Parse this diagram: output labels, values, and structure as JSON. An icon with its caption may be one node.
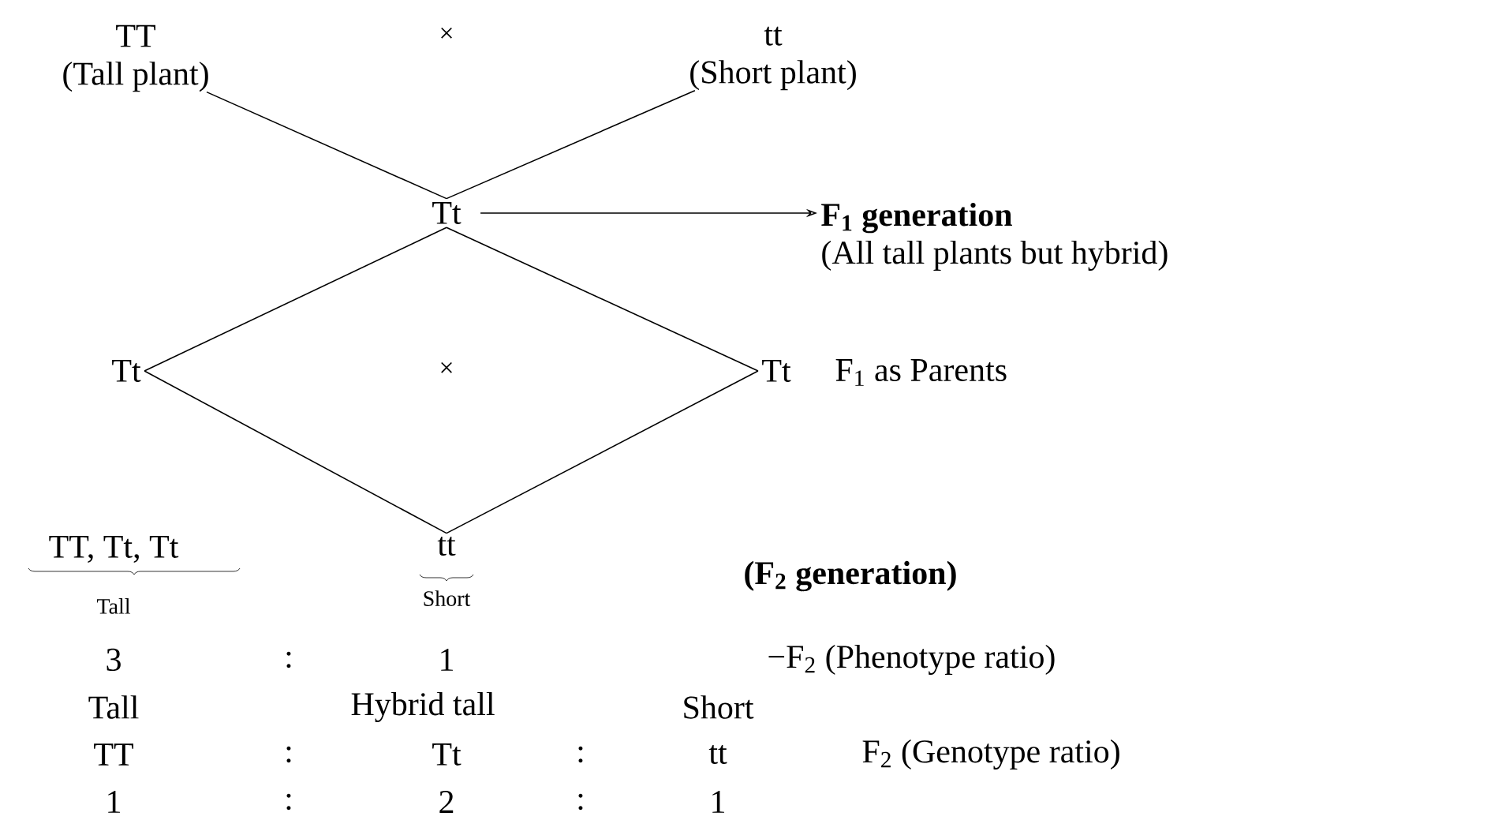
{
  "diagram": {
    "nodes": [
      {
        "text": [
          "TT",
          "(Tall plant)"
        ]
      },
      {
        "text": [
          "tt",
          "(Short plant)"
        ]
      },
      {
        "text": [
          "Tt"
        ]
      },
      {
        "text": [
          "F$_{1}$ generation",
          "(All tall plants but hybrid)"
        ]
      },
      {
        "text": [
          "Tt"
        ]
      },
      {
        "text": [
          "Tt"
        ]
      },
      {
        "text": [
          "tt",
          "Short"
        ]
      }
    ],
    "edges": [
      {
        "from": 0,
        "to": 2,
        "arrow": "none"
      },
      {
        "from": 1,
        "to": 2,
        "arrow": "none"
      },
      {
        "from": 2,
        "to": 3,
        "arrow": "to"
      },
      {
        "from": 2,
        "to": 4,
        "arrow": "none"
      },
      {
        "from": 2,
        "to": 5,
        "arrow": "none"
      },
      {
        "from": 4,
        "to": 6,
        "arrow": "none"
      },
      {
        "from": 5,
        "to": 6,
        "arrow": "none"
      }
    ],
    "labels": [
      "×",
      "×",
      "F$_{1}$ as Parents",
      "TT, Tt, Tt",
      "Tall",
      "(F$_{2}$ generation)",
      "3",
      ":",
      "1",
      "−F$_{2}$ (Phenotype ratio)",
      "Tall",
      "Hybrid tall",
      "Short",
      "TT",
      ":",
      "Tt",
      ":",
      "tt",
      "F$_{2}$ (Genotype ratio)",
      "1",
      ":",
      "2",
      ":",
      "1"
    ]
  }
}
